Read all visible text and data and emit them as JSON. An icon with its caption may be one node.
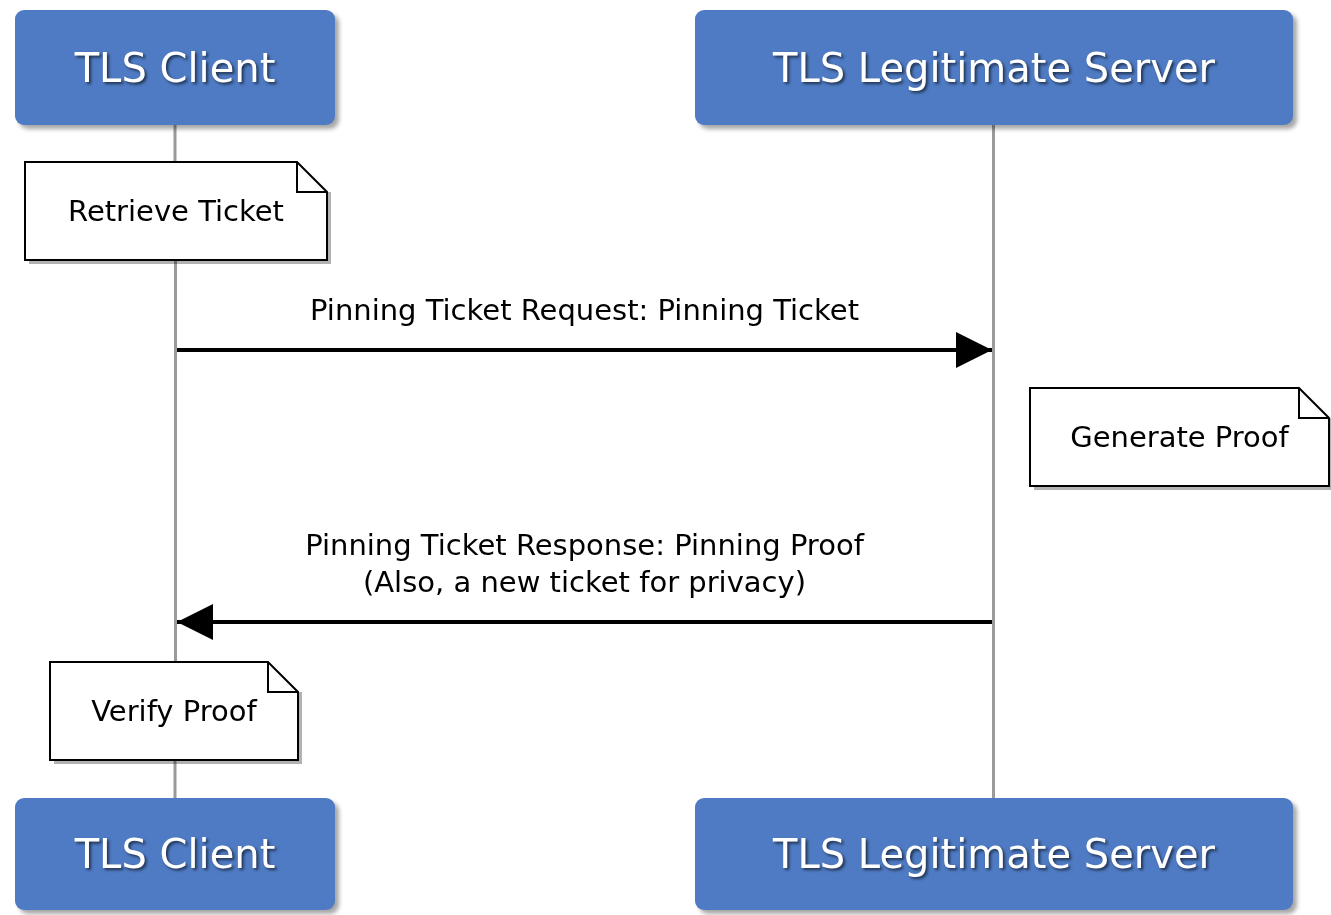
{
  "diagram": {
    "nodes": [
      {
        "text": [
          "TLS Client"
        ]
      },
      {
        "text": [
          "TLS Legitimate Server"
        ]
      },
      {
        "text": [],
        "shape": "bar"
      },
      {
        "text": [],
        "shape": "bar"
      },
      {
        "text": [
          "Retrieve Ticket"
        ]
      },
      {
        "text": [
          "Generate Proof"
        ]
      },
      {
        "text": [
          "Verify Proof"
        ]
      },
      {
        "text": [
          "TLS Client"
        ]
      },
      {
        "text": [
          "TLS Legitimate Server"
        ]
      }
    ],
    "edges": [
      {
        "from": 2,
        "to": 3,
        "arrow": "to",
        "label": "Pinning Ticket Request: Pinning Ticket"
      },
      {
        "from": 3,
        "to": 2,
        "arrow": "to",
        "label": "Pinning Ticket Response: Pinning Proof (Also, a new ticket for privacy)"
      },
      {
        "from": 0,
        "to": 4,
        "arrow": "none",
        "color": "#999999"
      },
      {
        "from": 6,
        "to": 7,
        "arrow": "none",
        "color": "#999999"
      }
    ]
  }
}
